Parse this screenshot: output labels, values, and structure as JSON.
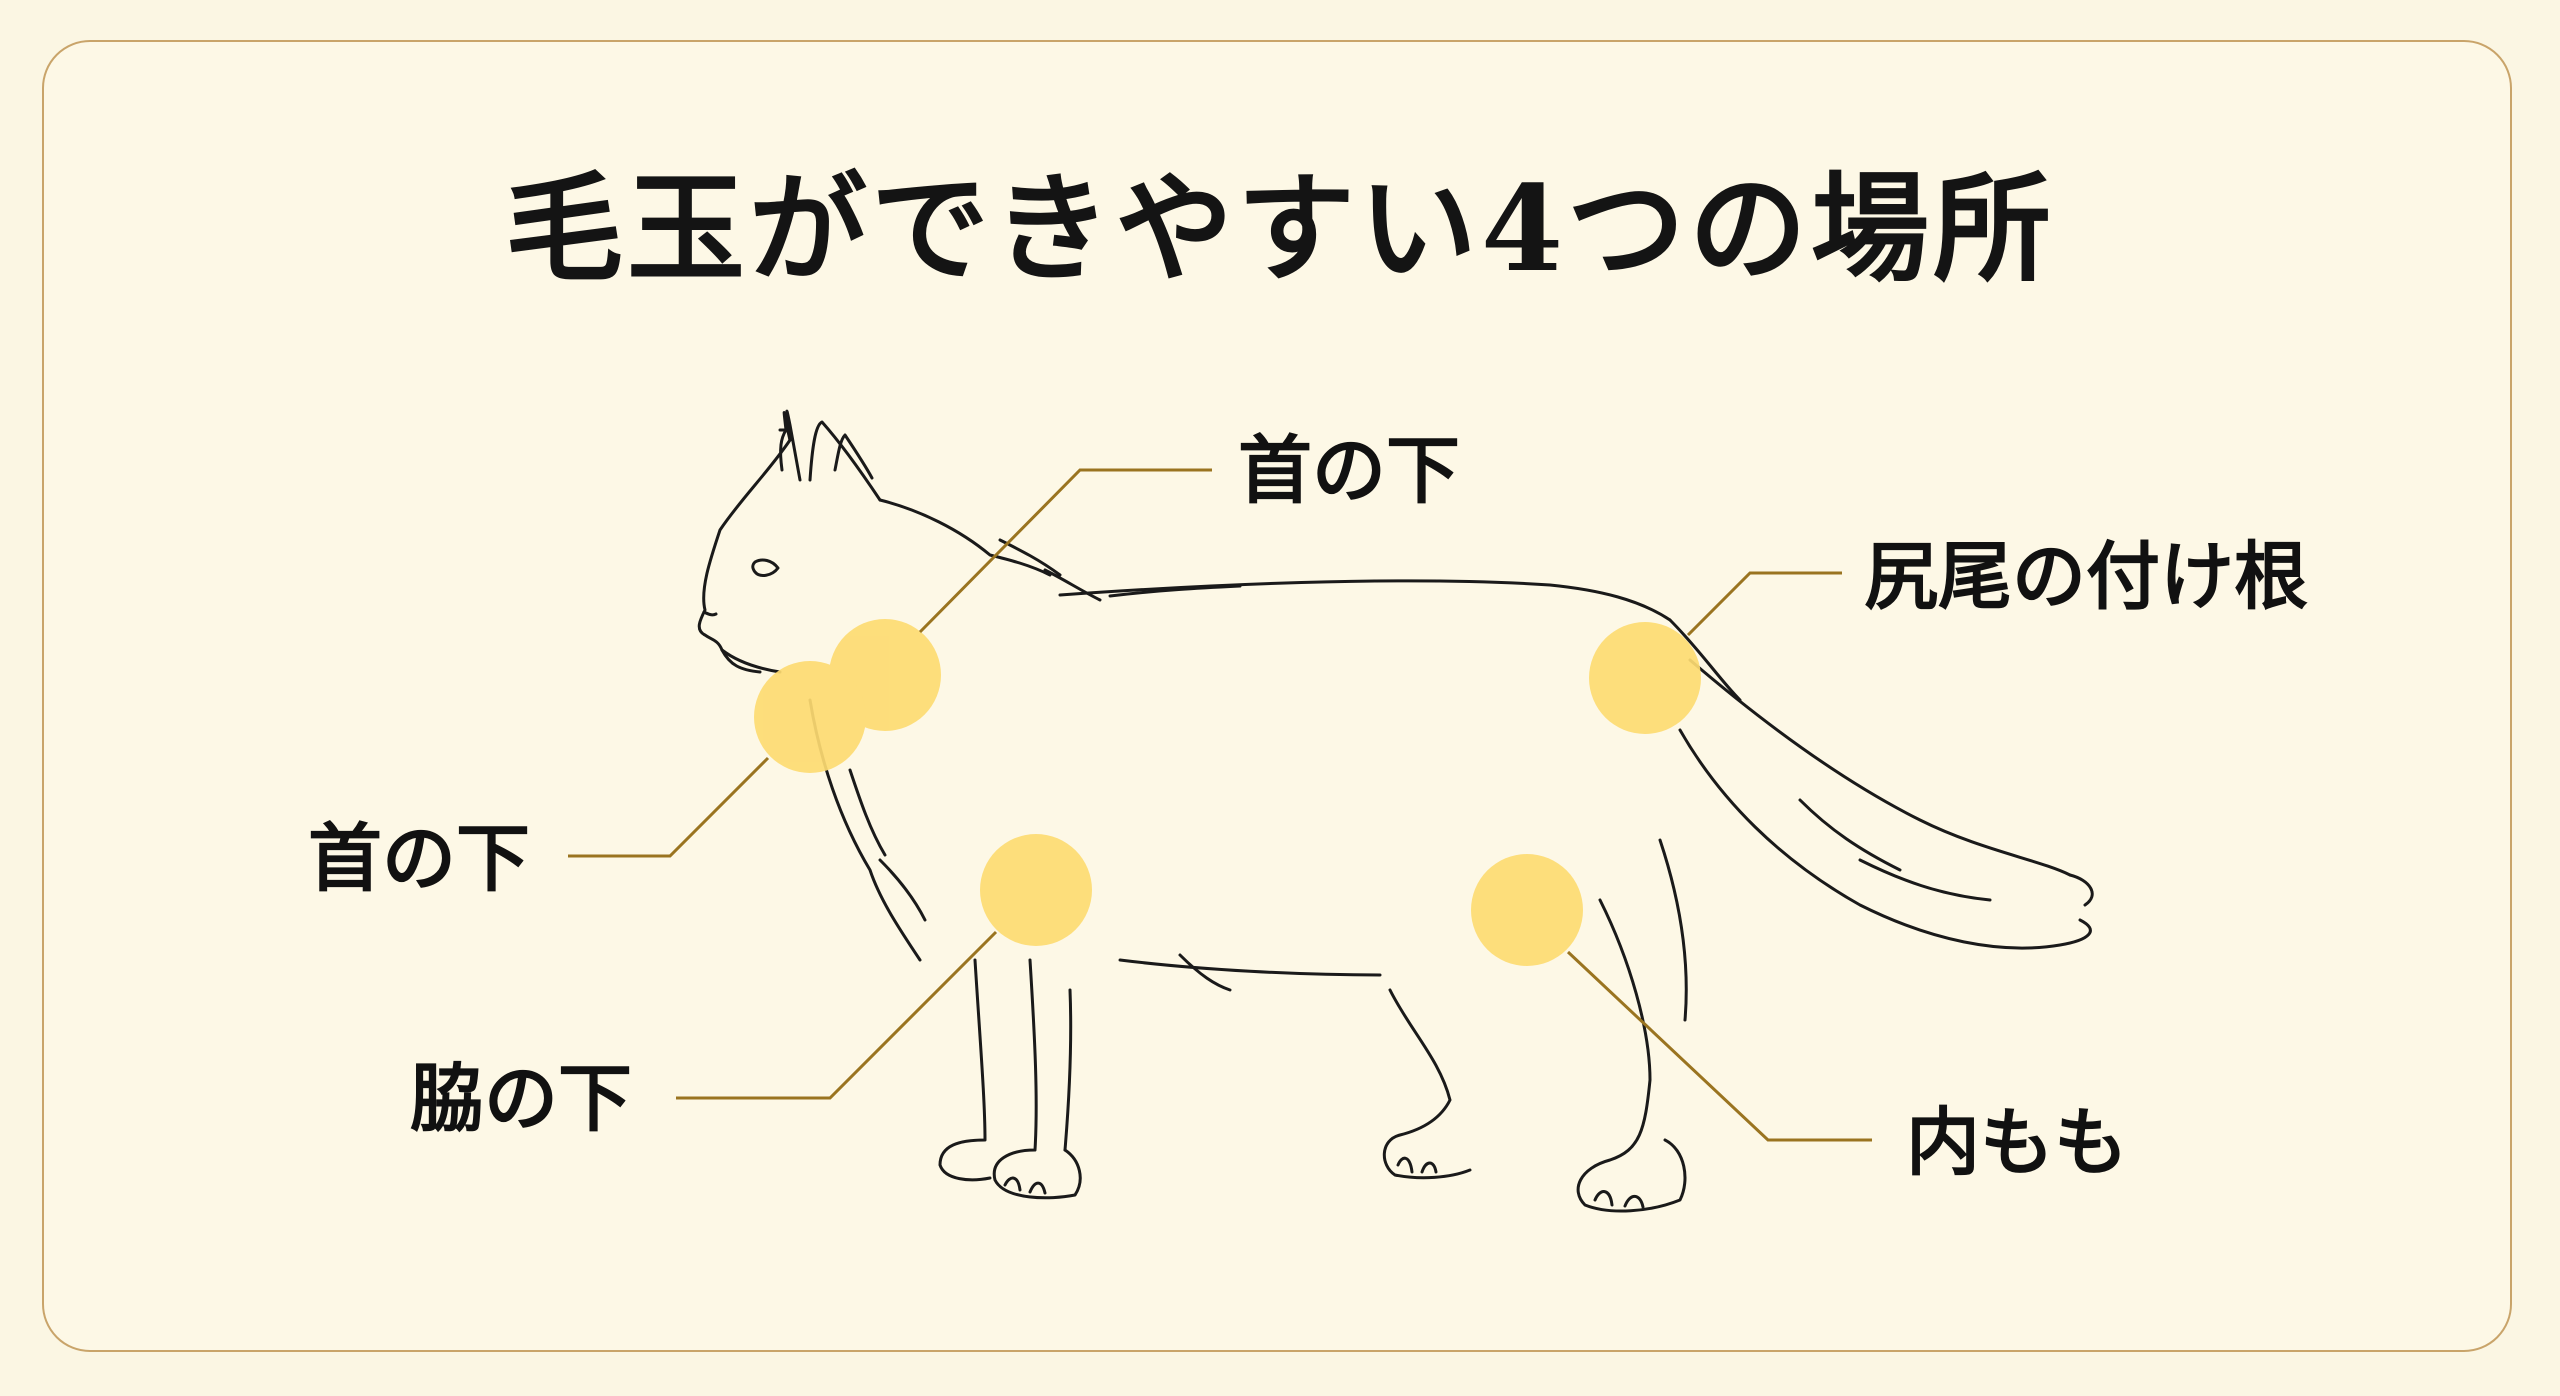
{
  "title": "毛玉ができやすい4つの場所",
  "labels": {
    "neck_top": "首の下",
    "tail_base": "尻尾の付け根",
    "neck_left": "首の下",
    "armpit": "脇の下",
    "inner_thigh": "内もも"
  },
  "colors": {
    "background": "#fbf6e3",
    "frame_border": "#c9a46a",
    "spot": "#fddb72",
    "leader_line": "#9a7420",
    "outline": "#1a1a1a"
  }
}
